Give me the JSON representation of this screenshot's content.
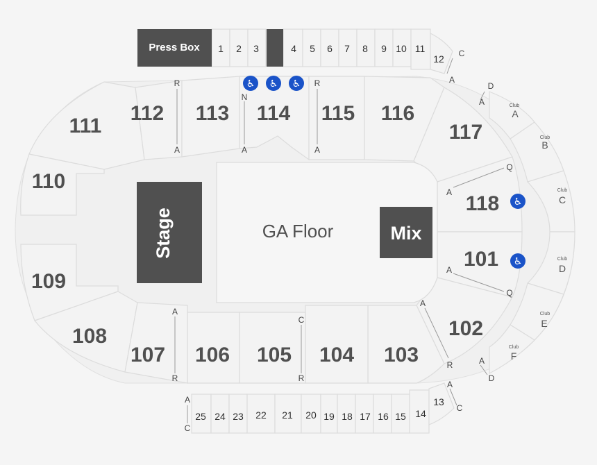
{
  "venue": {
    "press_box": "Press Box",
    "stage": "Stage",
    "floor": "GA Floor",
    "mix": "Mix"
  },
  "boxes_top": [
    "1",
    "2",
    "3",
    "4",
    "5",
    "6",
    "7",
    "8",
    "9",
    "10",
    "11",
    "12"
  ],
  "boxes_bottom": [
    "25",
    "24",
    "23",
    "22",
    "21",
    "20",
    "19",
    "18",
    "17",
    "16",
    "15",
    "14",
    "13"
  ],
  "sections": {
    "s101": "101",
    "s102": "102",
    "s103": "103",
    "s104": "104",
    "s105": "105",
    "s106": "106",
    "s107": "107",
    "s108": "108",
    "s109": "109",
    "s110": "110",
    "s111": "111",
    "s112": "112",
    "s113": "113",
    "s114": "114",
    "s115": "115",
    "s116": "116",
    "s117": "117",
    "s118": "118"
  },
  "club": {
    "tag": "Club",
    "letters": [
      "A",
      "B",
      "C",
      "D",
      "E",
      "F"
    ]
  },
  "rows": {
    "A": "A",
    "R": "R",
    "N": "N",
    "C": "C",
    "D": "D",
    "Q": "Q"
  },
  "icons": [
    "wheelchair-icon"
  ],
  "colors": {
    "section": "#f3f3f3",
    "dark": "#505050",
    "accessible": "#1a53c8"
  }
}
